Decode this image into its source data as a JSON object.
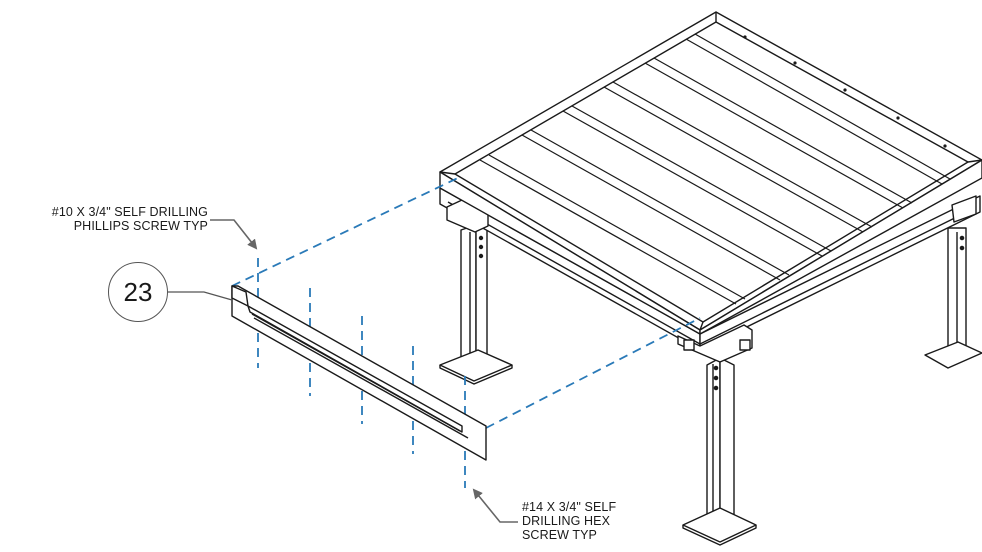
{
  "callout": {
    "number": "23"
  },
  "notes": {
    "top": {
      "line1": "#10 X 3/4\" SELF DRILLING",
      "line2": "PHILLIPS SCREW TYP"
    },
    "bottom": {
      "line1": "#14 X 3/4\" SELF",
      "line2": "DRILLING HEX",
      "line3": "SCREW TYP"
    }
  },
  "colors": {
    "line": "#1a1a1a",
    "dashed_leader": "#2a7ab8",
    "arrow": "#666666"
  }
}
